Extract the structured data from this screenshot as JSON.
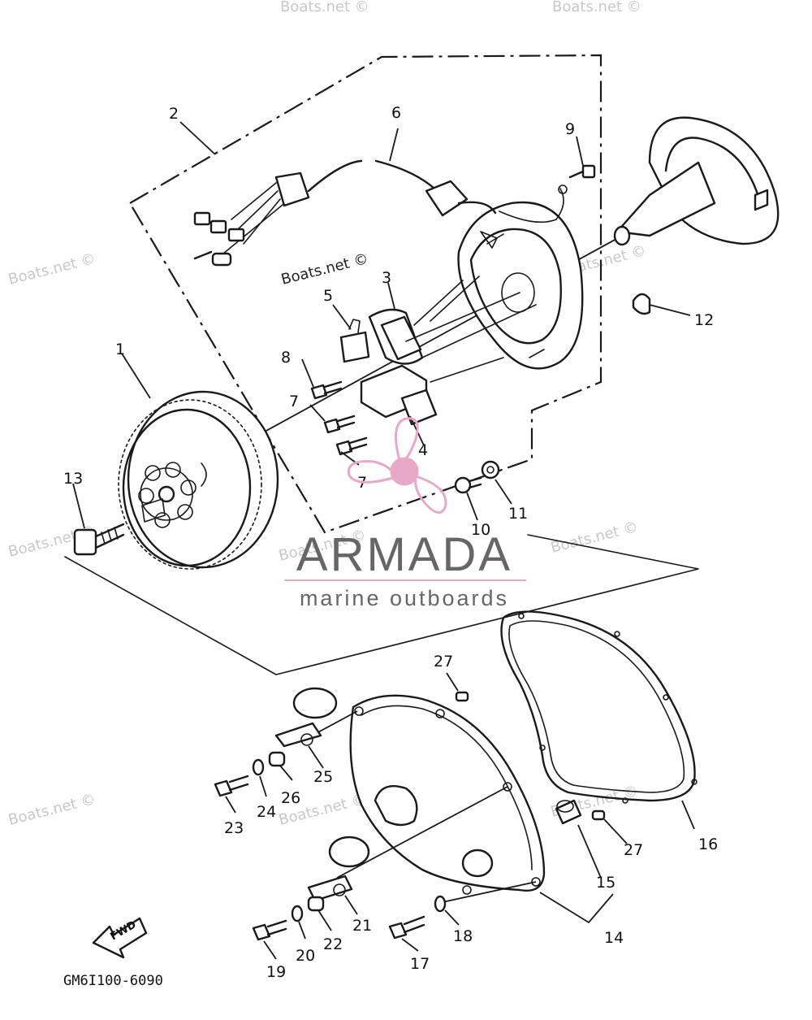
{
  "diagram": {
    "drawing_code": "GM6I100-6090",
    "fwd_label": "FWD",
    "callouts": [
      {
        "id": "c1",
        "text": "1"
      },
      {
        "id": "c2",
        "text": "2"
      },
      {
        "id": "c3",
        "text": "3"
      },
      {
        "id": "c4",
        "text": "4"
      },
      {
        "id": "c5",
        "text": "5"
      },
      {
        "id": "c6",
        "text": "6"
      },
      {
        "id": "c7a",
        "text": "7"
      },
      {
        "id": "c7b",
        "text": "7"
      },
      {
        "id": "c8",
        "text": "8"
      },
      {
        "id": "c9",
        "text": "9"
      },
      {
        "id": "c10",
        "text": "10"
      },
      {
        "id": "c11",
        "text": "11"
      },
      {
        "id": "c12",
        "text": "12"
      },
      {
        "id": "c13",
        "text": "13"
      },
      {
        "id": "c14",
        "text": "14"
      },
      {
        "id": "c15",
        "text": "15"
      },
      {
        "id": "c16",
        "text": "16"
      },
      {
        "id": "c17",
        "text": "17"
      },
      {
        "id": "c18",
        "text": "18"
      },
      {
        "id": "c19",
        "text": "19"
      },
      {
        "id": "c20",
        "text": "20"
      },
      {
        "id": "c21",
        "text": "21"
      },
      {
        "id": "c22",
        "text": "22"
      },
      {
        "id": "c23",
        "text": "23"
      },
      {
        "id": "c24",
        "text": "24"
      },
      {
        "id": "c25",
        "text": "25"
      },
      {
        "id": "c26",
        "text": "26"
      },
      {
        "id": "c27a",
        "text": "27"
      },
      {
        "id": "c27b",
        "text": "27"
      }
    ]
  },
  "watermark": {
    "site": "Boats.net ©",
    "brand": "ARMADA",
    "tagline": "marine outboards",
    "brand_color": "#666666",
    "accent_color": "#e8a9c8"
  }
}
